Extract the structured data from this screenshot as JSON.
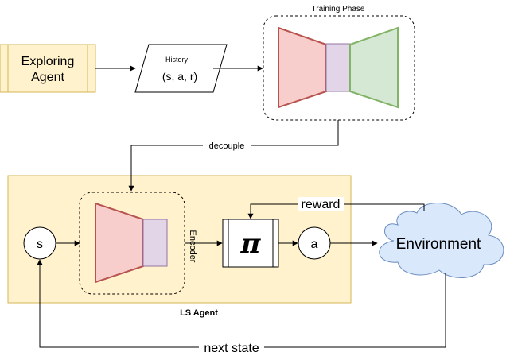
{
  "nodes": {
    "exploring_agent": {
      "line1": "Exploring",
      "line2": "Agent"
    },
    "history": {
      "title": "History",
      "tuple": "(s, a, r)"
    },
    "training_phase": {
      "label": "Training Phase"
    },
    "ls_agent": {
      "label": "LS Agent"
    },
    "state": {
      "label": "s"
    },
    "encoder": {
      "label": "Encoder"
    },
    "policy": {
      "label": "π"
    },
    "action": {
      "label": "a"
    },
    "environment": {
      "label": "Environment"
    }
  },
  "edges": {
    "decouple": "decouple",
    "reward": "reward",
    "next_state": "next state"
  },
  "colors": {
    "yellow_fill": "#fff2cc",
    "yellow_stroke": "#d6b656",
    "red_fill": "#f8cecc",
    "red_stroke": "#b85450",
    "purple_fill": "#e1d5e7",
    "purple_stroke": "#9673a6",
    "green_fill": "#d5e8d4",
    "green_stroke": "#82b366",
    "cloud_fill": "#dae8fc",
    "cloud_stroke": "#6c8ebf"
  }
}
